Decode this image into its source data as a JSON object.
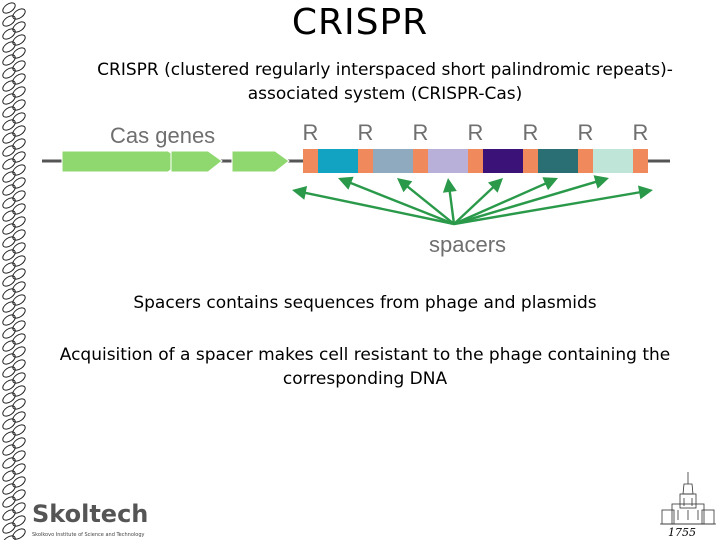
{
  "slide": {
    "title": "CRISPR",
    "subtitle": "CRISPR (clustered regularly interspaced short palindromic repeats)-associated system (CRISPR-Cas)",
    "text1": "Spacers contains sequences from phage and plasmids",
    "text2": "Acquisition of a spacer makes cell resistant to the phage containing the corresponding DNA"
  },
  "diagram": {
    "cas_label": "Cas genes",
    "spacers_label": "spacers",
    "repeat_label": "R",
    "repeat_count": 7,
    "colors": {
      "backbone": "#555555",
      "gene": "#8fd86f",
      "gene_stroke": "#ffffff",
      "repeat": "#f08a5d",
      "arrow": "#2a9a4a",
      "label": "#6f6f6f",
      "spacers": [
        "#13a3c2",
        "#8fa9bf",
        "#b9b0d9",
        "#3a1278",
        "#2a6f73",
        "#bfe5d9"
      ]
    }
  },
  "logo": {
    "name": "Skoltech",
    "tagline": "Skolkovo Institute of Science and Technology"
  },
  "crest": {
    "year": "1755"
  }
}
